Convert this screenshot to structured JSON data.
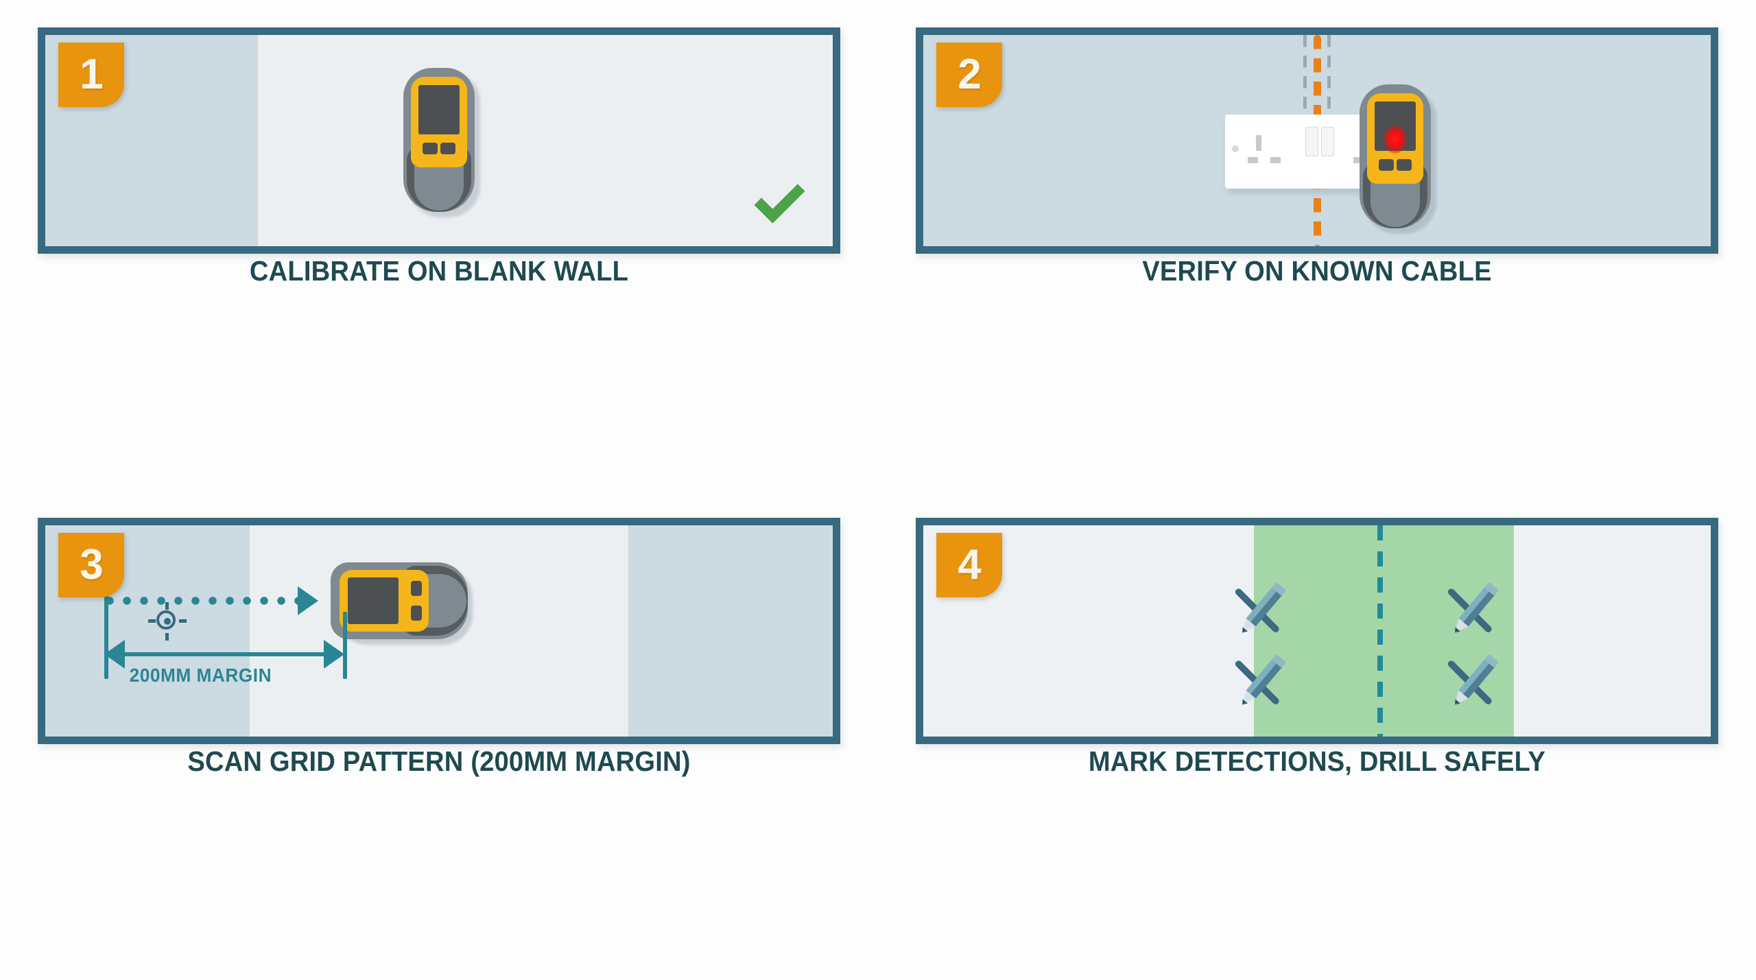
{
  "infographic": {
    "title_semantics": "cable-detector-usage-steps",
    "accent_orange": "#e8940f",
    "frame_teal": "#376a80",
    "caption_color": "#1e4a50",
    "wall_light": "#eceff2",
    "wall_shade": "#ccdae2",
    "device_gray": "#7f8a90",
    "device_dark_gray": "#555c5e",
    "device_yellow": "#f5b61b",
    "screen_gray": "#4c5052",
    "check_green": "#4ca348",
    "cable_orange": "#e8811a",
    "guide_gray": "#9fa8ae",
    "alert_red": "#f01010",
    "dimension_teal": "#2a8694",
    "safe_zone_green": "#a5d6a8",
    "pencil_teal": "#3c6b80"
  },
  "panels": [
    {
      "number": "1",
      "caption": "CALIBRATE ON BLANK WALL",
      "scene": "blank-wall-calibration",
      "has_check": true,
      "device_orientation": "vertical",
      "device_state": "idle"
    },
    {
      "number": "2",
      "caption": "VERIFY ON KNOWN CABLE",
      "scene": "socket-with-known-cable",
      "has_check": false,
      "device_orientation": "vertical",
      "device_state": "alert-red"
    },
    {
      "number": "3",
      "caption": "SCAN GRID PATTERN (200MM MARGIN)",
      "scene": "grid-scan-with-margin",
      "has_check": false,
      "device_orientation": "horizontal",
      "device_state": "idle",
      "dimension_label": "200MM MARGIN"
    },
    {
      "number": "4",
      "caption": "MARK DETECTIONS, DRILL SAFELY",
      "scene": "marked-detections-safe-zone",
      "has_check": false,
      "mark_count": "4"
    }
  ]
}
